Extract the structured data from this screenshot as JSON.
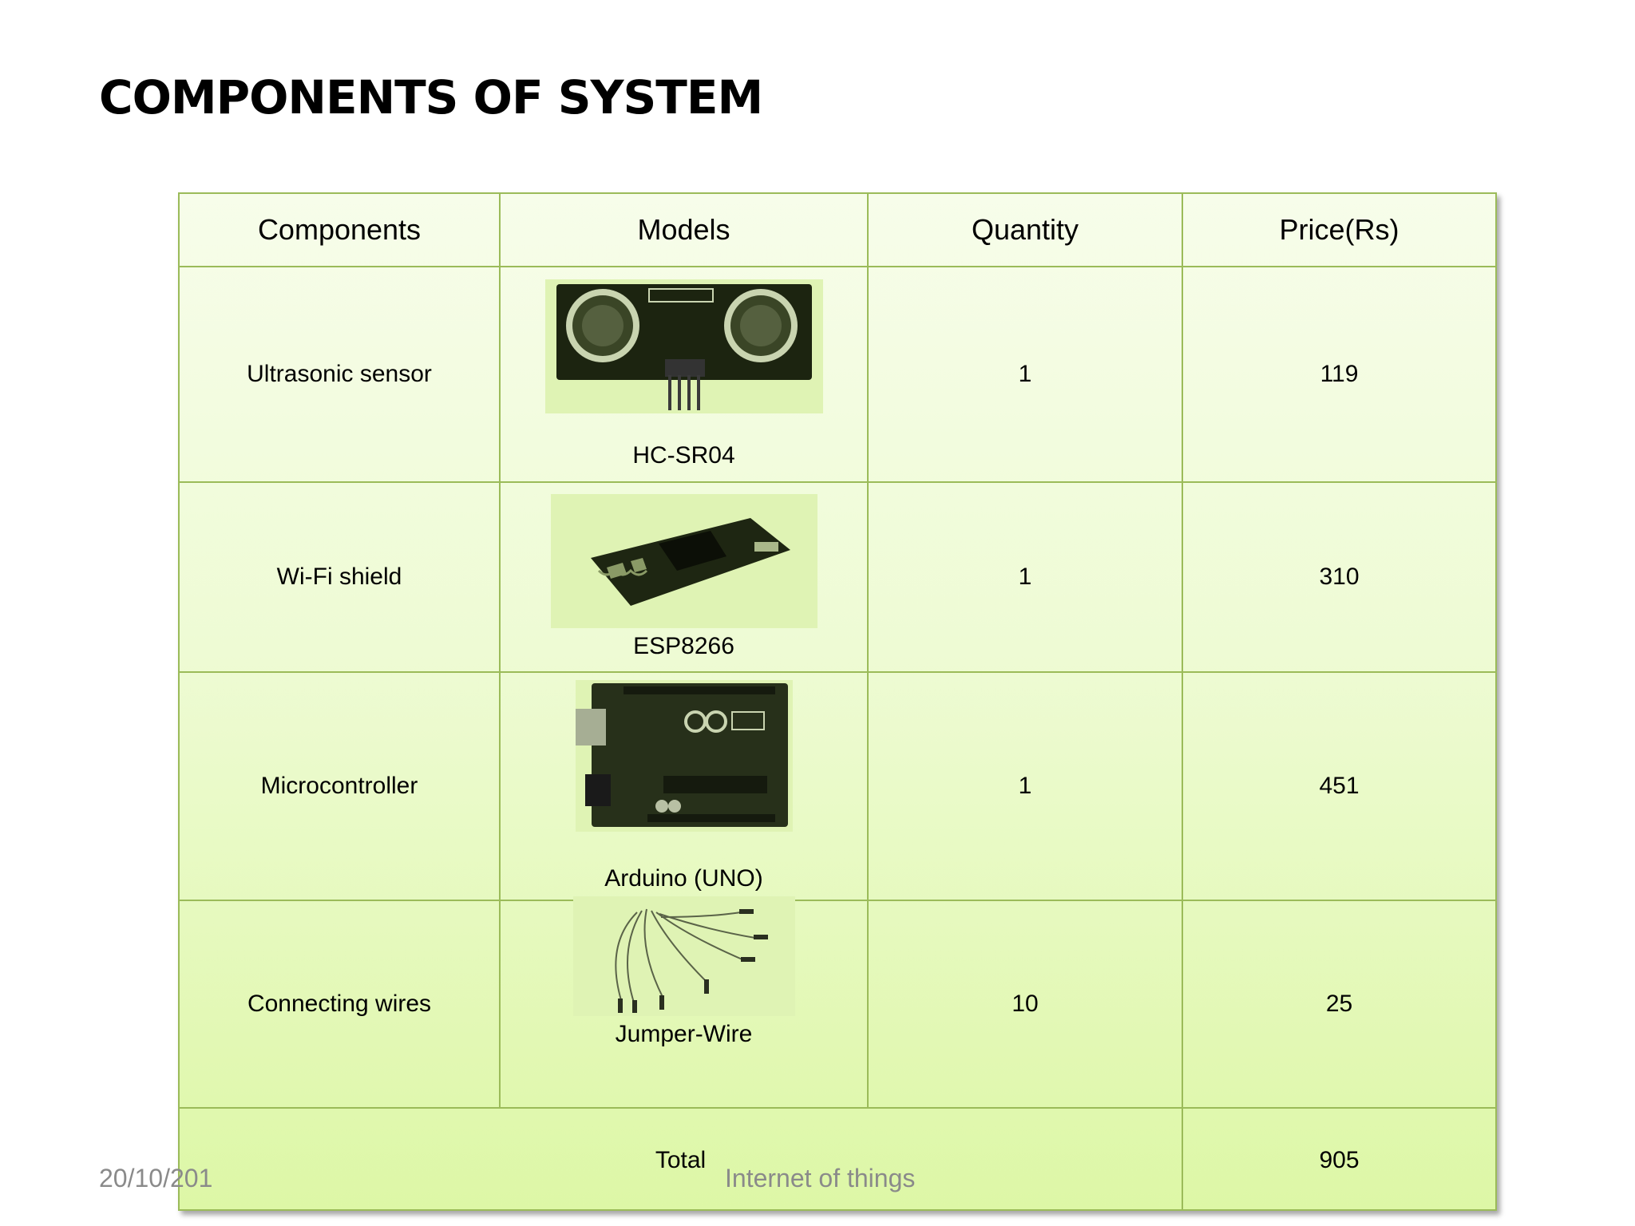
{
  "slide": {
    "title": "COMPONENTS OF SYSTEM"
  },
  "table": {
    "headers": [
      "Components",
      "Models",
      "Quantity",
      "Price(Rs)"
    ],
    "rows": [
      {
        "component": "Ultrasonic sensor",
        "model": "HC-SR04",
        "quantity": "1",
        "price": "119",
        "image": "ultrasonic-sensor-photo"
      },
      {
        "component": "Wi-Fi shield",
        "model": "ESP8266",
        "quantity": "1",
        "price": "310",
        "image": "wifi-module-photo"
      },
      {
        "component": "Microcontroller",
        "model": "Arduino (UNO)",
        "quantity": "1",
        "price": "451",
        "image": "arduino-board-photo"
      },
      {
        "component": "Connecting wires",
        "model": "Jumper-Wire",
        "quantity": "10",
        "price": "25",
        "image": "jumper-wires-photo"
      }
    ],
    "total_label": "Total",
    "total_price": "905"
  },
  "footer": {
    "date": "20/10/201",
    "subject": "Internet of things"
  },
  "colors": {
    "border": "#9bbb59",
    "fill_top": "#f7fdea",
    "fill_bottom": "#ddf7a6"
  }
}
